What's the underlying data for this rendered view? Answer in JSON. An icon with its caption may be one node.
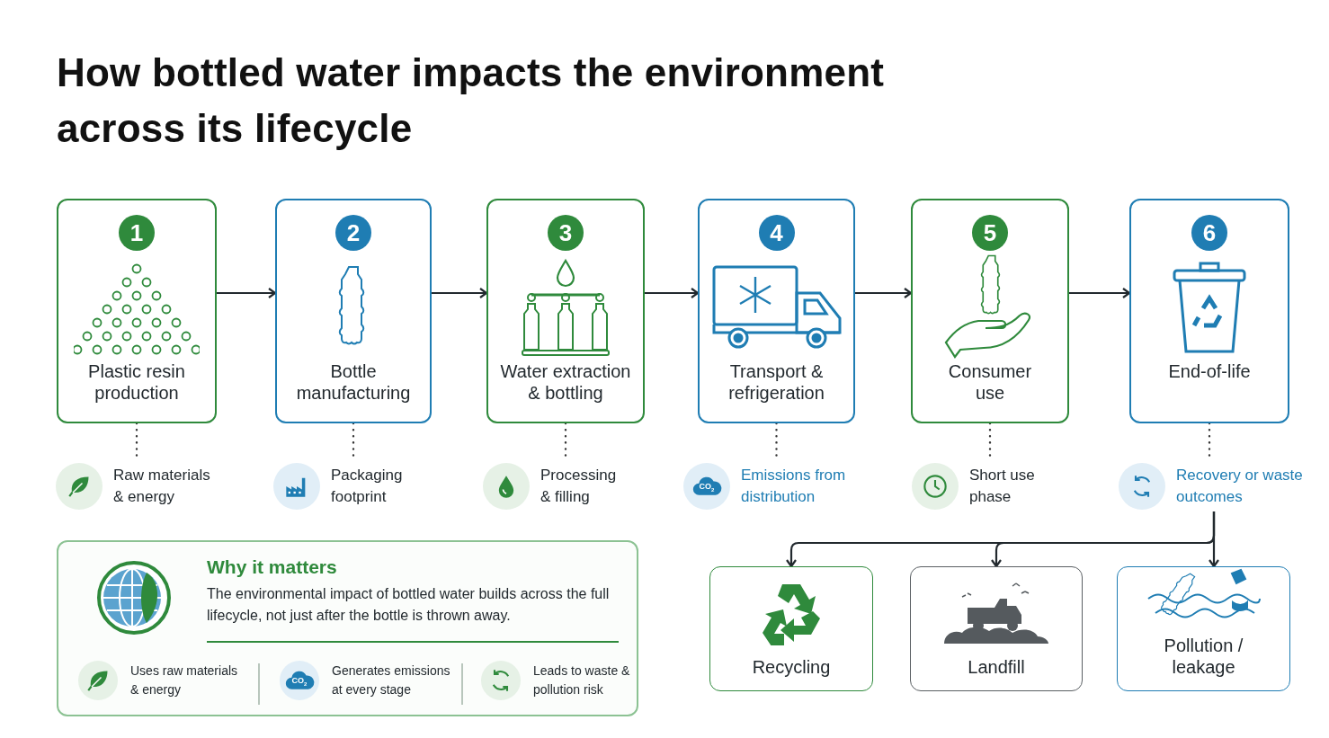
{
  "diagram": {
    "title": "How bottled water impacts the environment across its lifecycle",
    "nodes": [
      {
        "text": [
          "1",
          "Plastic resin production"
        ]
      },
      {
        "text": [
          "2",
          "Bottle manufacturing"
        ]
      },
      {
        "text": [
          "3",
          "Water extraction & bottling"
        ]
      },
      {
        "text": [
          "4",
          "Transport & refrigeration"
        ]
      },
      {
        "text": [
          "5",
          "Consumer use"
        ]
      },
      {
        "text": [
          "6",
          "End-of-life"
        ]
      },
      {
        "text": [
          "Raw materials & energy"
        ]
      },
      {
        "text": [
          "Packaging footprint"
        ]
      },
      {
        "text": [
          "Processing & filling"
        ]
      },
      {
        "text": [
          "Emissions from distribution"
        ]
      },
      {
        "text": [
          "Short use phase"
        ]
      },
      {
        "text": [
          "Recovery or waste outcomes"
        ]
      },
      {
        "text": [
          "Recycling"
        ]
      },
      {
        "text": [
          "Landfill"
        ]
      },
      {
        "text": [
          "Pollution / leakage"
        ]
      },
      {
        "text": [
          "Why it matters",
          "The environmental impact of bottled water builds across the full lifecycle, not just after the bottle is thrown away.",
          "Uses raw materials & energy",
          "Generates emissions at every stage",
          "Leads to waste & pollution risk"
        ]
      }
    ],
    "edges": [
      {
        "from": 0,
        "to": 1,
        "arrow": "to"
      },
      {
        "from": 1,
        "to": 2,
        "arrow": "to"
      },
      {
        "from": 2,
        "to": 3,
        "arrow": "to"
      },
      {
        "from": 3,
        "to": 4,
        "arrow": "to"
      },
      {
        "from": 4,
        "to": 5,
        "arrow": "to"
      },
      {
        "from": 0,
        "to": 6,
        "arrow": "none",
        "style": "dashed"
      },
      {
        "from": 1,
        "to": 7,
        "arrow": "none",
        "style": "dashed"
      },
      {
        "from": 2,
        "to": 8,
        "arrow": "none",
        "style": "dashed"
      },
      {
        "from": 3,
        "to": 9,
        "arrow": "none",
        "style": "dashed"
      },
      {
        "from": 4,
        "to": 10,
        "arrow": "none",
        "style": "dashed"
      },
      {
        "from": 5,
        "to": 11,
        "arrow": "none",
        "style": "dashed"
      },
      {
        "from": 11,
        "to": 12,
        "arrow": "to"
      },
      {
        "from": 11,
        "to": 13,
        "arrow": "to"
      },
      {
        "from": 11,
        "to": 14,
        "arrow": "to"
      }
    ],
    "labels": [
      "CO$_{2}$",
      "CO$_{2}$"
    ]
  }
}
